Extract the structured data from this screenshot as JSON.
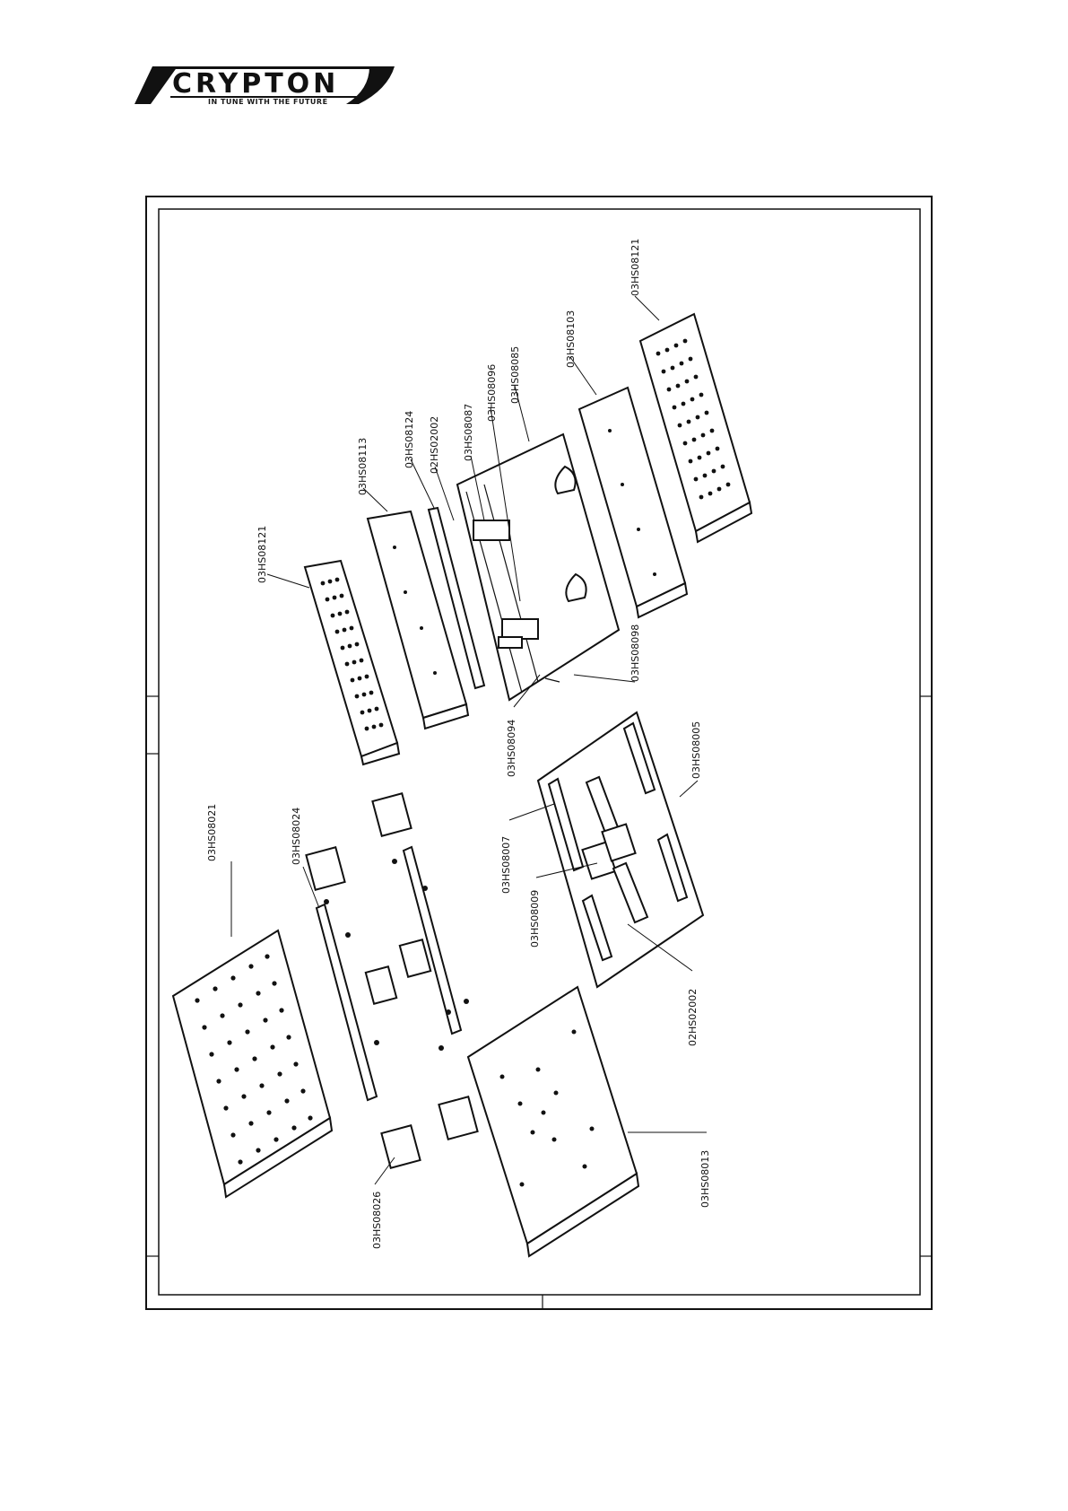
{
  "brand": {
    "name": "CRYPTON",
    "tagline": "IN TUNE WITH THE FUTURE"
  },
  "parts": {
    "p08121_top": "03HS08121",
    "p08113": "03HS08113",
    "p08124": "03HS08124",
    "p02002_top": "02HS02002",
    "p08087": "03HS08087",
    "p08096": "03HS08096",
    "p08085": "03HS08085",
    "p08103": "03HS08103",
    "p08121_right": "03HS08121",
    "p08098": "03HS08098",
    "p08094": "03HS08094",
    "p08005": "03HS08005",
    "p08007": "03HS08007",
    "p08009": "03HS08009",
    "p02002_bottom": "02HS02002",
    "p08021": "03HS08021",
    "p08024": "03HS08024",
    "p08026": "03HS08026",
    "p08013": "03HS08013"
  }
}
